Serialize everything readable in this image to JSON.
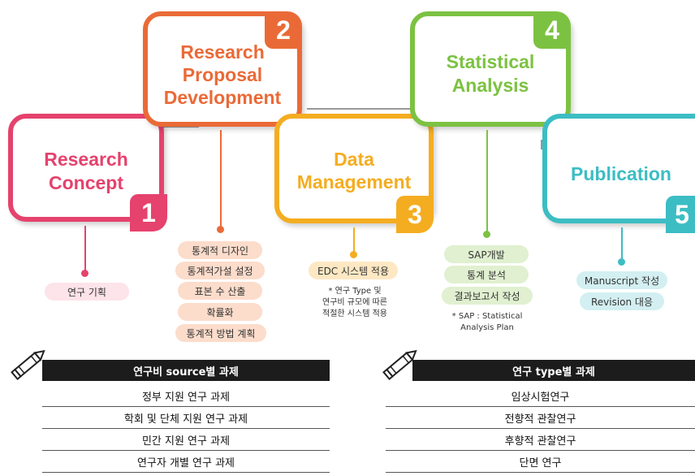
{
  "steps": [
    {
      "number": "1",
      "title": "Research\nConcept",
      "color": "#e5426d"
    },
    {
      "number": "2",
      "title": "Research\nProposal\nDevelopment",
      "color": "#ea6a37"
    },
    {
      "number": "3",
      "title": "Data\nManagement",
      "color": "#f4ad21"
    },
    {
      "number": "4",
      "title": "Statistical\nAnalysis",
      "color": "#7cc242"
    },
    {
      "number": "5",
      "title": "Publication",
      "color": "#3cbdc4"
    }
  ],
  "step1_items": [
    "연구 기획"
  ],
  "step2_items": [
    "통계적 디자인",
    "통계적가설 설정",
    "표본 수 산출",
    "확률화",
    "통계적 방법 계획"
  ],
  "step3_items": [
    "EDC 시스템 적용"
  ],
  "step3_note": "* 연구 Type 및\n연구비 규모에 따른\n적절한 시스템 적용",
  "step4_items": [
    "SAP개발",
    "통계 분석",
    "결과보고서 작성"
  ],
  "step4_note": "* SAP : Statistical\nAnalysis Plan",
  "step5_items": [
    "Manuscript 작성",
    "Revision 대응"
  ],
  "table_left": {
    "title": "연구비 source별 과제",
    "rows": [
      "정부 지원 연구 과제",
      "학회 및 단체 지원 연구 과제",
      "민간 지원 연구 과제",
      "연구자 개별 연구 과제"
    ]
  },
  "table_right": {
    "title": "연구 type별 과제",
    "rows": [
      "임상시험연구",
      "전향적 관찰연구",
      "후향적 관찰연구",
      "단면 연구"
    ]
  }
}
